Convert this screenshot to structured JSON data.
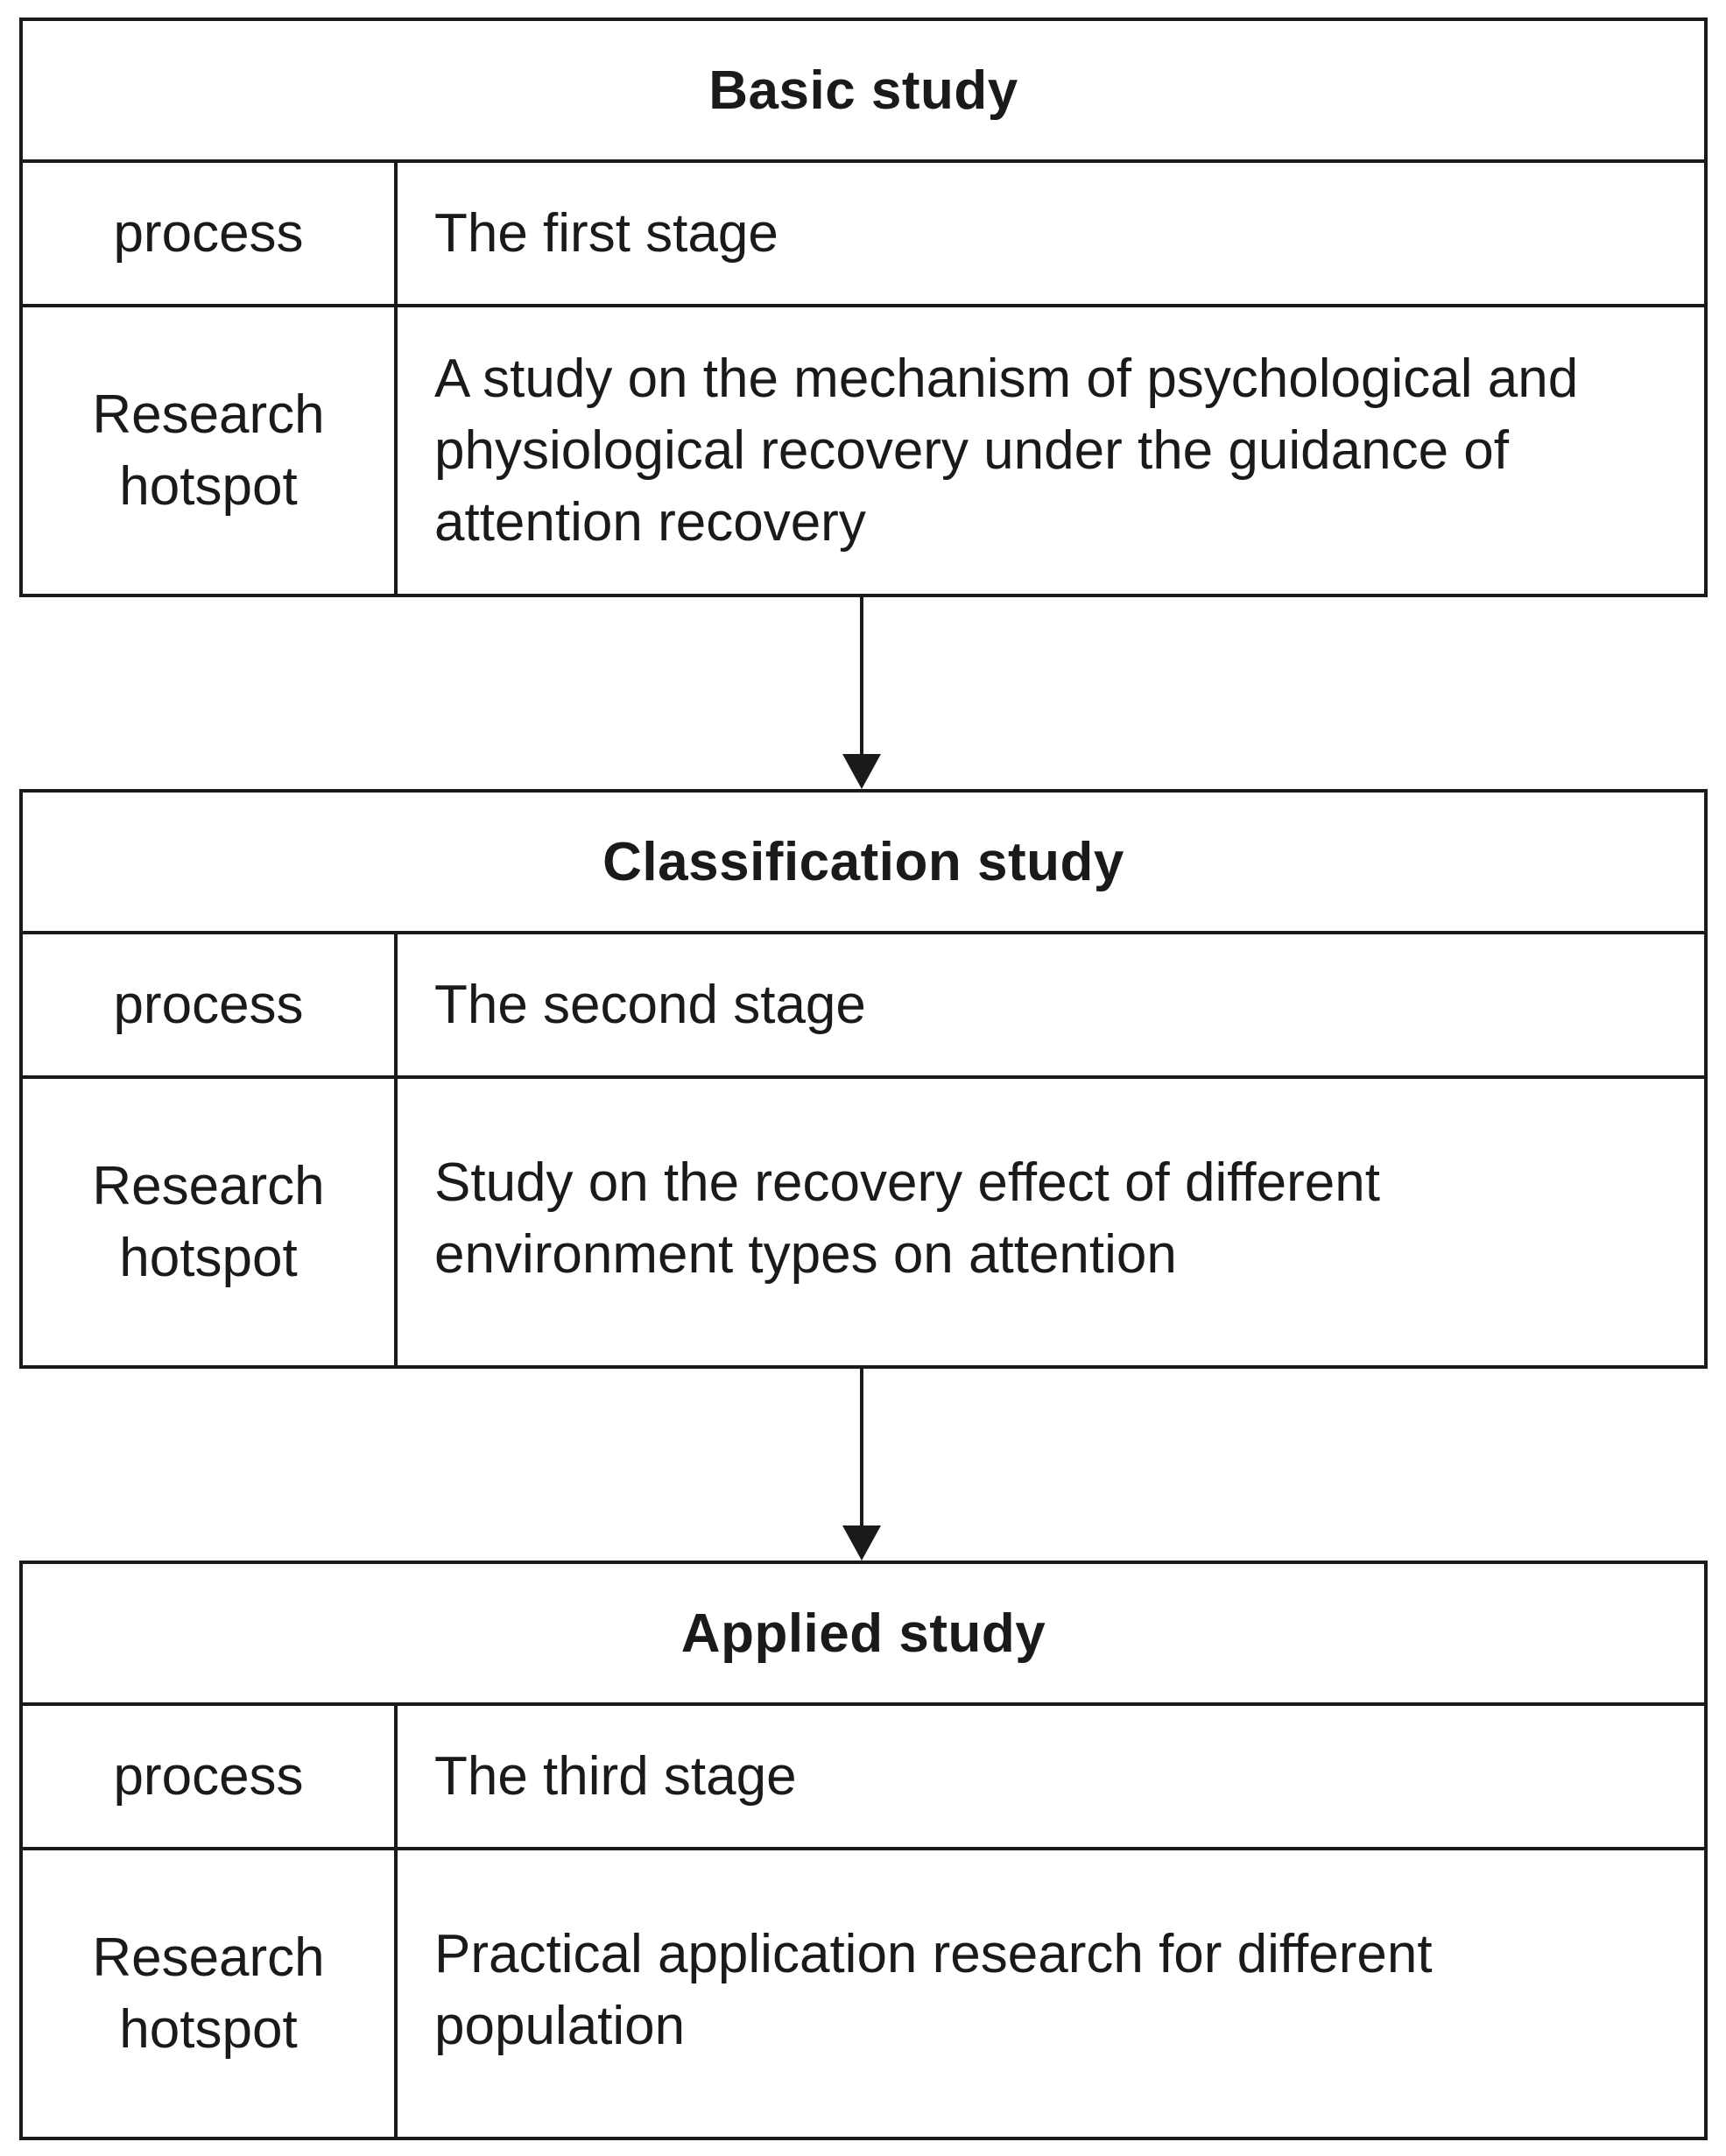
{
  "stages": [
    {
      "title": "Basic study",
      "process_label": "process",
      "process_value": "The first stage",
      "hotspot_label": "Research hotspot",
      "hotspot_value": "A study on the mechanism of psychological and physiological recovery under the guidance of attention recovery"
    },
    {
      "title": "Classification study",
      "process_label": "process",
      "process_value": "The second stage",
      "hotspot_label": "Research hotspot",
      "hotspot_value": "Study on the recovery effect of different environment types on attention"
    },
    {
      "title": "Applied study",
      "process_label": "process",
      "process_value": "The third stage",
      "hotspot_label": "Research hotspot",
      "hotspot_value": "Practical application research for different population"
    }
  ]
}
